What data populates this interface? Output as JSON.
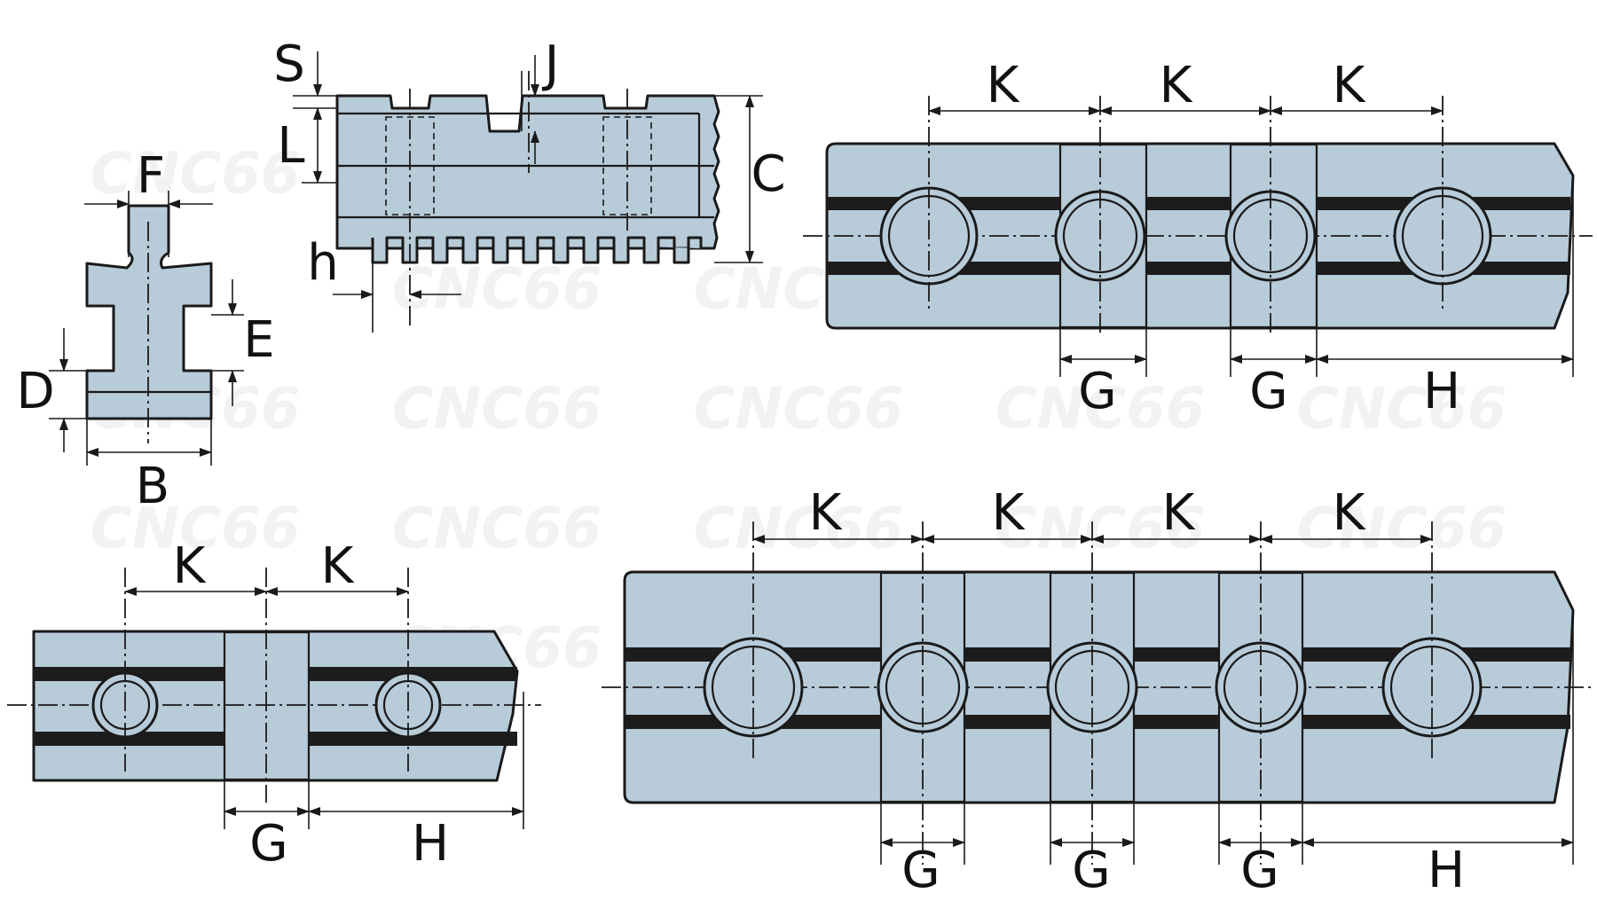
{
  "colors": {
    "part_fill": "#b8cbd9",
    "outline": "#1a1a1a",
    "slot": "#1c1c1c",
    "watermark": "#f2f2f2"
  },
  "watermark": "CNC66",
  "labels": {
    "S": "S",
    "J": "J",
    "L": "L",
    "C": "C",
    "h": "h",
    "F": "F",
    "E": "E",
    "D": "D",
    "B": "B",
    "K": "K",
    "G": "G",
    "H": "H"
  }
}
